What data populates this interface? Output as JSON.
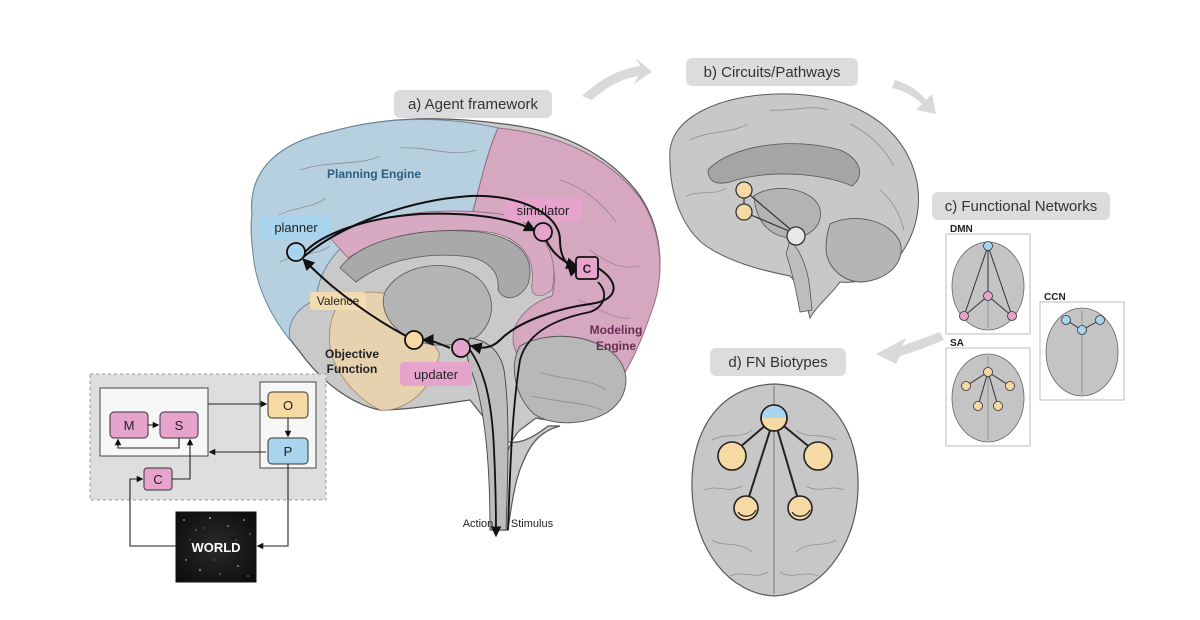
{
  "panels": {
    "a": "a) Agent framework",
    "b": "b) Circuits/Pathways",
    "c": "c) Functional Networks",
    "d": "d) FN Biotypes"
  },
  "regions": {
    "planning_engine": "Planning Engine",
    "modeling_engine_line1": "Modeling",
    "modeling_engine_line2": "Engine",
    "objective_function_line1": "Objective",
    "objective_function_line2": "Function"
  },
  "nodes": {
    "planner": "planner",
    "simulator": "simulator",
    "c": "C",
    "updater": "updater",
    "valence": "Valence"
  },
  "io": {
    "action": "Action",
    "stimulus": "Stimulus"
  },
  "schematic": {
    "m": "M",
    "s": "S",
    "o": "O",
    "p": "P",
    "c": "C",
    "world": "WORLD"
  },
  "networks": {
    "dmn": "DMN",
    "ccn": "CCN",
    "sa": "SA"
  },
  "colors": {
    "planning_blue": "#b7d0df",
    "modeling_pink": "#d6a8c0",
    "objective_tan": "#e7d2b0",
    "node_blue": "#a8d4ee",
    "node_pink": "#e6a4cd",
    "node_orange": "#f7d9a4",
    "pill_gray": "#dcdcdc",
    "brain_gray": "#c9c9c9"
  }
}
